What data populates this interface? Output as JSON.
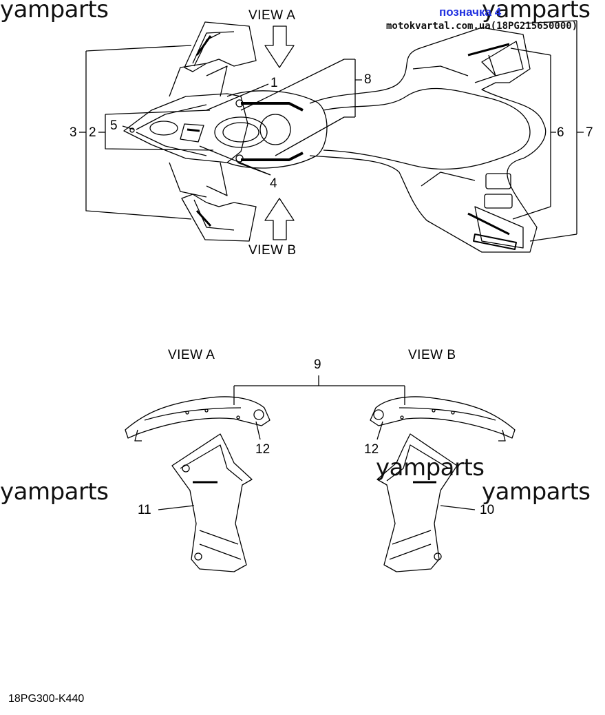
{
  "watermarks": [
    "yamparts",
    "yamparts",
    "yamparts",
    "yamparts",
    "yamparts"
  ],
  "header": {
    "link_label": "позначка 4",
    "site_text": "motokvartal.com.ua(18PG215650000)"
  },
  "views": {
    "top_a": "VIEW A",
    "top_b": "VIEW B",
    "lower_a": "VIEW A",
    "lower_b": "VIEW B"
  },
  "callouts": [
    "1",
    "2",
    "3",
    "4",
    "5",
    "6",
    "7",
    "8",
    "9",
    "10",
    "11",
    "12",
    "12"
  ],
  "diagram_code": "18PG300-K440"
}
